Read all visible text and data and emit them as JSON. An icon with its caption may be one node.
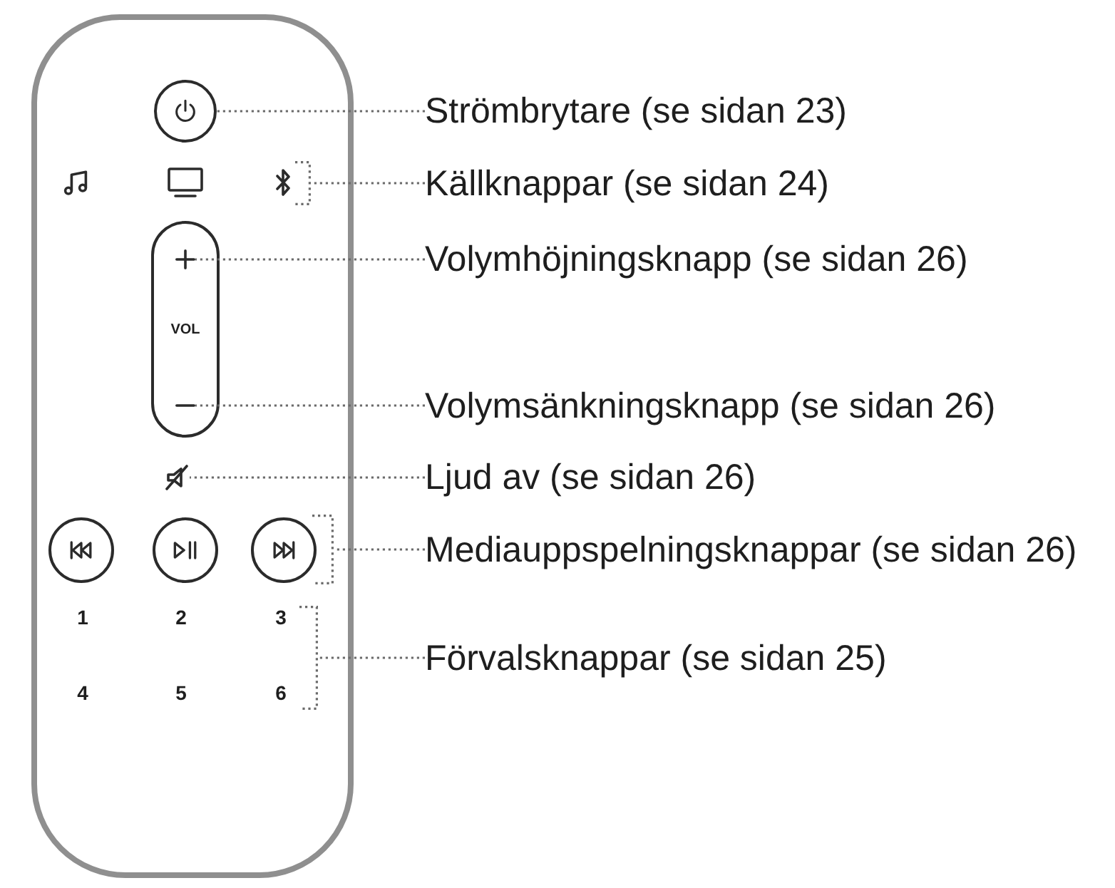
{
  "diagram": {
    "nodes": [
      {
        "text": [],
        "shape": "box"
      },
      {
        "text": [],
        "shape": "circle",
        "in": 0
      },
      {
        "text": [],
        "shape": "bracket",
        "in": 0
      },
      {
        "text": [
          "VOL"
        ],
        "in": 0
      },
      {
        "text": [],
        "shape": "picture",
        "in": 3
      },
      {
        "text": [],
        "shape": "picture",
        "in": 3
      },
      {
        "text": [],
        "shape": "picture",
        "in": 0
      },
      {
        "text": [],
        "shape": "circle",
        "in": 0
      },
      {
        "text": [],
        "shape": "circle",
        "in": 0
      },
      {
        "text": [],
        "shape": "circle",
        "in": 0
      },
      {
        "text": [],
        "shape": "bracket",
        "in": 0
      },
      {
        "text": [],
        "shape": "bracket",
        "in": 0
      },
      {
        "text": [
          "Strömbrytare (se sidan 23)"
        ]
      },
      {
        "text": [
          "Källknappar (se sidan 24)"
        ]
      },
      {
        "text": [
          "Volymhöjningsknapp (se sidan 26)"
        ]
      },
      {
        "text": [
          "Volymsänkningsknapp (se sidan 26)"
        ]
      },
      {
        "text": [
          "Ljud av (se sidan 26)"
        ]
      },
      {
        "text": [
          "Mediauppspelningsknappar (se sidan 26)"
        ]
      },
      {
        "text": [
          "Förvalsknappar (se sidan 25)"
        ]
      }
    ],
    "edges": [
      {
        "from": 12,
        "to": 1,
        "arrow": "none"
      },
      {
        "from": 13,
        "to": 2,
        "arrow": "none"
      },
      {
        "from": 14,
        "to": 4,
        "arrow": "none"
      },
      {
        "from": 15,
        "to": 5,
        "arrow": "none"
      },
      {
        "from": 16,
        "to": 6,
        "arrow": "none"
      },
      {
        "from": 17,
        "to": 10,
        "arrow": "none"
      },
      {
        "from": 18,
        "to": 11,
        "arrow": "none"
      }
    ],
    "labels": [
      "1",
      "2",
      "3",
      "4",
      "5",
      "6"
    ]
  }
}
